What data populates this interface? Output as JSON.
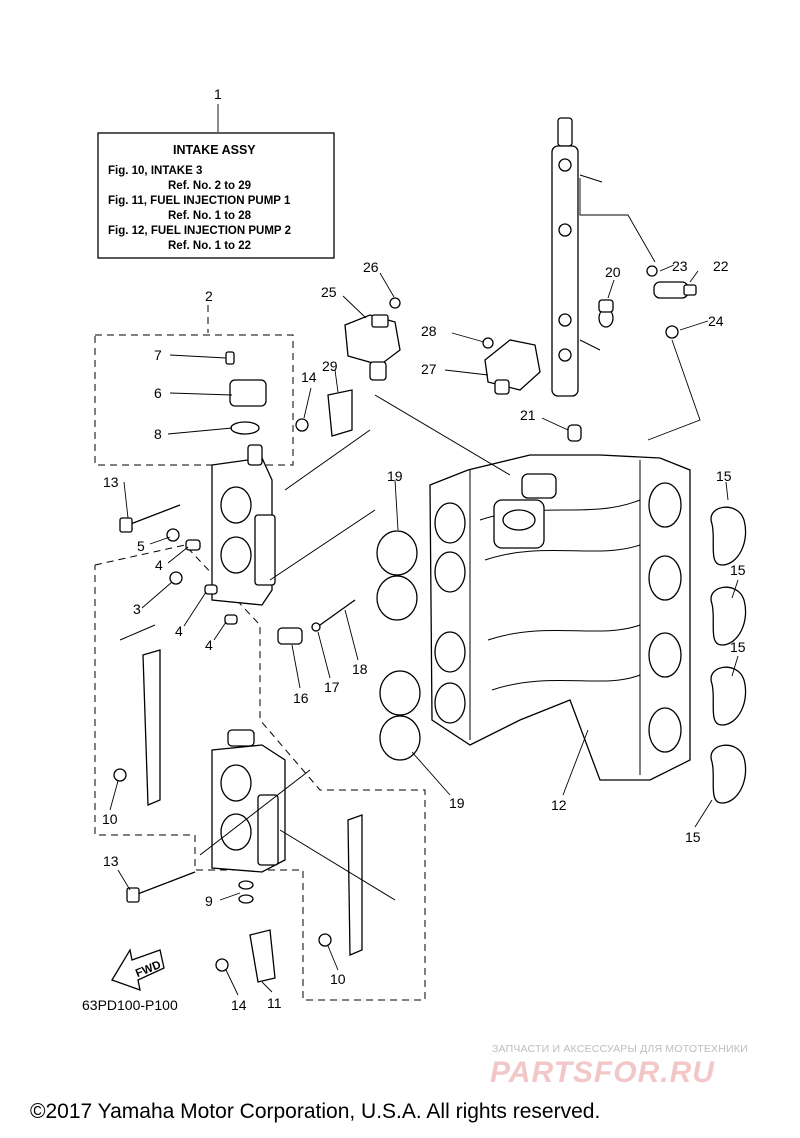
{
  "legend": {
    "number": "1",
    "title": "INTAKE ASSY",
    "lines": [
      "Fig. 10, INTAKE 3",
      "Ref. No. 2 to 29",
      "Fig. 11, FUEL INJECTION PUMP 1",
      "Ref. No. 1 to 28",
      "Fig. 12, FUEL INJECTION PUMP 2",
      "Ref. No. 1 to 22"
    ]
  },
  "callouts": [
    "2",
    "3",
    "4",
    "4",
    "4",
    "5",
    "6",
    "7",
    "8",
    "9",
    "10",
    "10",
    "11",
    "12",
    "13",
    "13",
    "14",
    "14",
    "15",
    "15",
    "15",
    "15",
    "16",
    "17",
    "18",
    "19",
    "19",
    "20",
    "21",
    "22",
    "23",
    "24",
    "25",
    "26",
    "27",
    "28",
    "29"
  ],
  "fwd_label": "FWD",
  "diagram_code": "63PD100-P100",
  "copyright": "©2017 Yamaha Motor Corporation, U.S.A. All rights reserved.",
  "watermark": {
    "tagline": "ЗАПЧАСТИ И АКСЕССУАРЫ ДЛЯ МОТОТЕХНИКИ",
    "logo": "PARTSFOR.RU"
  }
}
